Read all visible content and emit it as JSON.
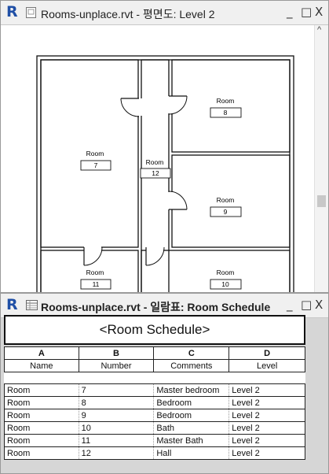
{
  "plan_window": {
    "title": "Rooms-unplace.rvt - 평면도: Level 2",
    "logo": "R",
    "controls": [
      "_",
      "□",
      "X"
    ],
    "scroll_up": "^"
  },
  "rooms": [
    {
      "name": "Room",
      "number": "8"
    },
    {
      "name": "Room",
      "number": "7"
    },
    {
      "name": "Room",
      "number": "12"
    },
    {
      "name": "Room",
      "number": "9"
    },
    {
      "name": "Room",
      "number": "11"
    },
    {
      "name": "Room",
      "number": "10"
    }
  ],
  "schedule_window": {
    "title": "Rooms-unplace.rvt - 일람표: Room Schedule",
    "logo": "R",
    "controls": [
      "_",
      "□",
      "X"
    ]
  },
  "schedule": {
    "title": "<Room Schedule>",
    "column_letters": [
      "A",
      "B",
      "C",
      "D"
    ],
    "headers": [
      "Name",
      "Number",
      "Comments",
      "Level"
    ],
    "rows": [
      [
        "Room",
        "7",
        "Master bedroom",
        "Level 2"
      ],
      [
        "Room",
        "8",
        "Bedroom",
        "Level 2"
      ],
      [
        "Room",
        "9",
        "Bedroom",
        "Level 2"
      ],
      [
        "Room",
        "10",
        "Bath",
        "Level 2"
      ],
      [
        "Room",
        "11",
        "Master Bath",
        "Level 2"
      ],
      [
        "Room",
        "12",
        "Hall",
        "Level 2"
      ]
    ]
  }
}
